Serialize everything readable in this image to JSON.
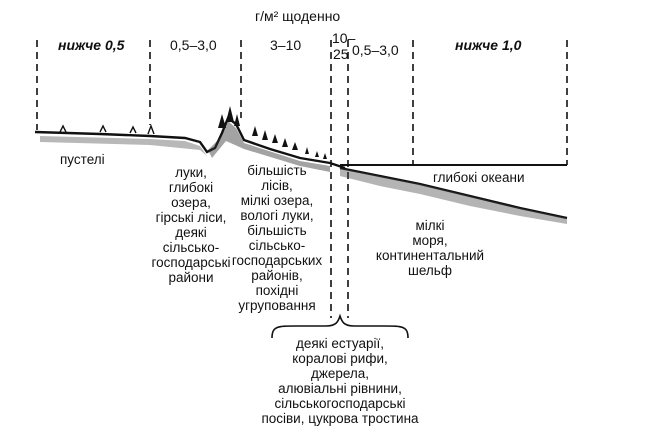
{
  "unit_title": "г/м² щоденно",
  "productivity_ranges": {
    "r1": "нижче 0,5",
    "r2": "0,5–3,0",
    "r3": "3–10",
    "r4_line1": "10–",
    "r4_line2": "25",
    "r5": "0,5–3,0",
    "r6": "нижче 1,0"
  },
  "zones": {
    "desert": "пустелі",
    "moderate": [
      "луки,",
      "глибокі",
      "озера,",
      "гірські ліси,",
      "деякі",
      "сільсько-",
      "господарські",
      "райони"
    ],
    "high": [
      "більшість",
      "лісів,",
      "мілкі озера,",
      "вологі луки,",
      "більшість",
      "сільсько-",
      "господарських",
      "районів,",
      "похідні",
      "угруповання"
    ],
    "deep_ocean": "глибокі океани",
    "shelf": [
      "мілкі",
      "моря,",
      "континентальний",
      "шельф"
    ],
    "highest": [
      "деякі естуарії,",
      "коралові рифи,",
      "джерела,",
      "алювіальні рівнини,",
      "сільськогосподарські",
      "посіви, цукрова тростина"
    ]
  }
}
